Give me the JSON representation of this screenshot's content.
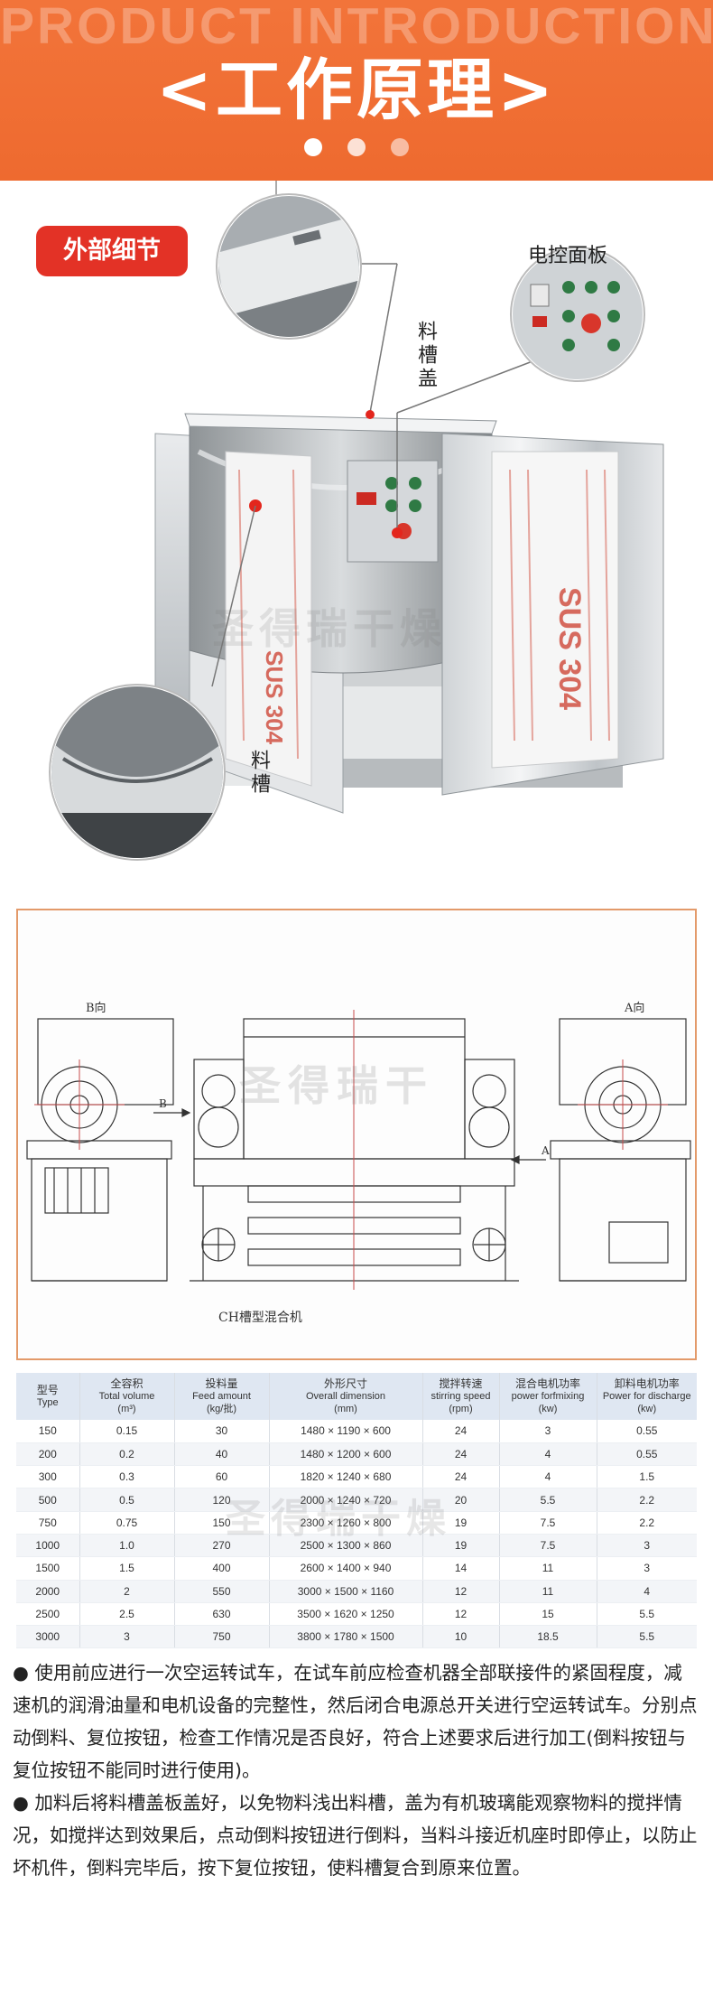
{
  "header": {
    "watermark": "PRODUCT INTRODUCTION",
    "title": "<工作原理>"
  },
  "photo": {
    "badge": "外部细节",
    "panel_label": "电控面板",
    "lid_label": "料槽盖",
    "trough_label": "料槽",
    "plate_text": "SUS 304",
    "watermark": "圣得瑞干燥"
  },
  "drawing": {
    "view_b": "B向",
    "view_a": "A向",
    "arrow_b": "B",
    "arrow_a": "A",
    "caption": "CH槽型混合机",
    "watermark": "圣得瑞干"
  },
  "table": {
    "headers": [
      {
        "cn": "型号",
        "en": "Type"
      },
      {
        "cn": "全容积",
        "en": "Total volume\n(m³)"
      },
      {
        "cn": "投料量",
        "en": "Feed amount\n(kg/批)"
      },
      {
        "cn": "外形尺寸",
        "en": "Overall dimension\n(mm)"
      },
      {
        "cn": "搅拌转速",
        "en": "stirring speed\n(rpm)"
      },
      {
        "cn": "混合电机功率",
        "en": "power forfmixing\n(kw)"
      },
      {
        "cn": "卸料电机功率",
        "en": "Power for discharge\n(kw)"
      }
    ],
    "rows": [
      [
        "150",
        "0.15",
        "30",
        "1480 × 1190 × 600",
        "24",
        "3",
        "0.55"
      ],
      [
        "200",
        "0.2",
        "40",
        "1480 × 1200 × 600",
        "24",
        "4",
        "0.55"
      ],
      [
        "300",
        "0.3",
        "60",
        "1820 × 1240 × 680",
        "24",
        "4",
        "1.5"
      ],
      [
        "500",
        "0.5",
        "120",
        "2000 × 1240 × 720",
        "20",
        "5.5",
        "2.2"
      ],
      [
        "750",
        "0.75",
        "150",
        "2300 × 1260 × 800",
        "19",
        "7.5",
        "2.2"
      ],
      [
        "1000",
        "1.0",
        "270",
        "2500 × 1300 × 860",
        "19",
        "7.5",
        "3"
      ],
      [
        "1500",
        "1.5",
        "400",
        "2600 × 1400 × 940",
        "14",
        "11",
        "3"
      ],
      [
        "2000",
        "2",
        "550",
        "3000 × 1500 × 1160",
        "12",
        "11",
        "4"
      ],
      [
        "2500",
        "2.5",
        "630",
        "3500 × 1620 × 1250",
        "12",
        "15",
        "5.5"
      ],
      [
        "3000",
        "3",
        "750",
        "3800 × 1780 × 1500",
        "10",
        "18.5",
        "5.5"
      ]
    ],
    "watermark": "圣得瑞干燥"
  },
  "notes": [
    "● 使用前应进行一次空运转试车，在试车前应检查机器全部联接件的紧固程度，减速机的润滑油量和电机设备的完整性，然后闭合电源总开关进行空运转试车。分别点动倒料、复位按钮，检查工作情况是否良好，符合上述要求后进行加工(倒料按钮与复位按钮不能同时进行使用)。",
    "● 加料后将料槽盖板盖好，以免物料浅出料槽，盖为有机玻璃能观察物料的搅拌情况，如搅拌达到效果后，点动倒料按钮进行倒料，当料斗接近机座时即停止，以防止坏机件，倒料完毕后，按下复位按钮，使料槽复合到原来位置。"
  ]
}
